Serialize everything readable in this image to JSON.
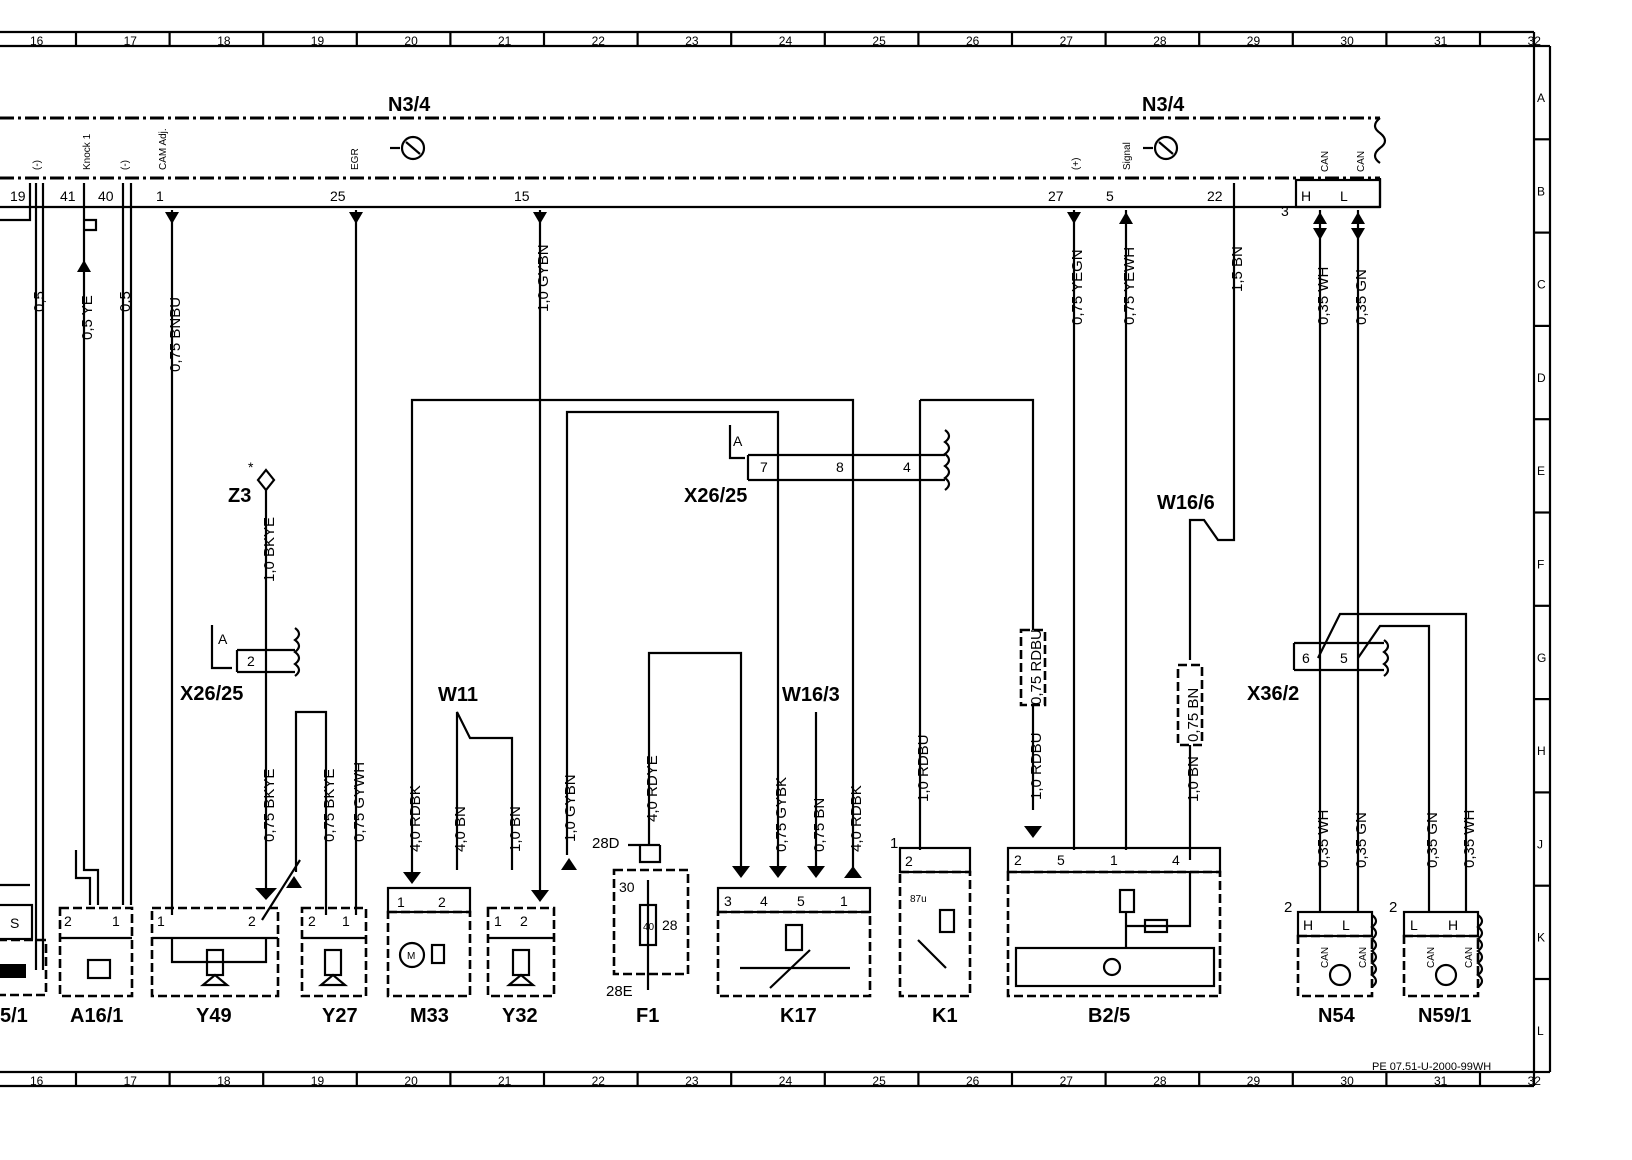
{
  "grid": {
    "columns": [
      "16",
      "17",
      "18",
      "19",
      "20",
      "21",
      "22",
      "23",
      "24",
      "25",
      "26",
      "27",
      "28",
      "29",
      "30",
      "31",
      "32"
    ],
    "rows": [
      "A",
      "B",
      "C",
      "D",
      "E",
      "F",
      "G",
      "H",
      "J",
      "K",
      "L"
    ]
  },
  "module_labels": {
    "left": "N3/4",
    "right": "N3/4"
  },
  "module_pins": [
    {
      "num": "19",
      "tag": "(-)"
    },
    {
      "num": "41",
      "tag": "Knock 1"
    },
    {
      "num": "40",
      "tag": "(-)"
    },
    {
      "num": "1",
      "tag": "CAM Adj."
    },
    {
      "num": "25",
      "tag": "EGR"
    },
    {
      "num": "15",
      "tag": ""
    },
    {
      "num": "27",
      "tag": "(+)"
    },
    {
      "num": "5",
      "tag": "Signal"
    },
    {
      "num": "22",
      "tag": ""
    }
  ],
  "can_connector": {
    "num": "3",
    "h": "H",
    "l": "L",
    "h_tag": "CAN",
    "l_tag": "CAN"
  },
  "wires": [
    {
      "label": "0,5"
    },
    {
      "label": "0,5 YE"
    },
    {
      "label": "0,5"
    },
    {
      "label": "0,75 BNBU"
    },
    {
      "label": "1,0 GYBN"
    },
    {
      "label": "0,75 YEGN"
    },
    {
      "label": "0,75 YEWH"
    },
    {
      "label": "1,5 BN"
    },
    {
      "label": "0,35 WH"
    },
    {
      "label": "0,35 GN"
    },
    {
      "label": "1,0 BKYE"
    },
    {
      "label": "0,75 BKYE"
    },
    {
      "label": "0,75 BKYE"
    },
    {
      "label": "0,75 GYWH"
    },
    {
      "label": "4,0 RDBK"
    },
    {
      "label": "4,0 BN"
    },
    {
      "label": "1,0 BN"
    },
    {
      "label": "1,0 GYBN"
    },
    {
      "label": "4,0 RDYE"
    },
    {
      "label": "0,75 GYBK"
    },
    {
      "label": "0,75 BN"
    },
    {
      "label": "4,0 RDBK"
    },
    {
      "label": "1,0 RDBU"
    },
    {
      "label": "1,0 RDBU"
    },
    {
      "label": "0,75 RDBU"
    },
    {
      "label": "1,0 BN"
    },
    {
      "label": "0,75 BN"
    },
    {
      "label": "0,35 WH"
    },
    {
      "label": "0,35 GN"
    },
    {
      "label": "0,35 GN"
    },
    {
      "label": "0,35 WH"
    }
  ],
  "connectors": {
    "x26_25_mid": {
      "label": "X26/25",
      "a": "A",
      "pins": [
        "7",
        "8",
        "4"
      ]
    },
    "x26_25_left": {
      "label": "X26/25",
      "a": "A",
      "pin": "2"
    },
    "x36_2": {
      "label": "X36/2",
      "pins": [
        "6",
        "5"
      ]
    },
    "z3": {
      "label": "Z3",
      "mark": "*"
    },
    "w16_6": {
      "label": "W16/6"
    },
    "w11": {
      "label": "W11"
    },
    "w16_3": {
      "label": "W16/3"
    }
  },
  "components": [
    {
      "id": "a5_1",
      "label": "5/1",
      "pin": "S"
    },
    {
      "id": "a16_1",
      "label": "A16/1",
      "pins": [
        "2",
        "1"
      ]
    },
    {
      "id": "y49",
      "label": "Y49",
      "pins": [
        "1",
        "2"
      ]
    },
    {
      "id": "y27",
      "label": "Y27",
      "pins": [
        "2",
        "1"
      ]
    },
    {
      "id": "m33",
      "label": "M33",
      "pins": [
        "1",
        "2"
      ],
      "inner": "M"
    },
    {
      "id": "y32",
      "label": "Y32",
      "pins": [
        "1",
        "2"
      ]
    },
    {
      "id": "f1",
      "label": "F1",
      "pins": [
        "30",
        "40",
        "28"
      ],
      "refs": [
        "28D",
        "28E"
      ]
    },
    {
      "id": "k17",
      "label": "K17",
      "pins": [
        "3",
        "4",
        "5",
        "1"
      ]
    },
    {
      "id": "k1",
      "label": "K1",
      "pins": [
        "2",
        "87u"
      ],
      "ref": "1"
    },
    {
      "id": "b2_5",
      "label": "B2/5",
      "pins": [
        "2",
        "5",
        "1",
        "4"
      ]
    },
    {
      "id": "n54",
      "label": "N54",
      "pins": [
        "H",
        "L"
      ],
      "tags": [
        "CAN",
        "CAN"
      ],
      "ref": "2"
    },
    {
      "id": "n59_1",
      "label": "N59/1",
      "pins": [
        "L",
        "H"
      ],
      "tags": [
        "CAN",
        "CAN"
      ],
      "ref": "2"
    }
  ],
  "footer_code": "PE 07.51-U-2000-99WH"
}
